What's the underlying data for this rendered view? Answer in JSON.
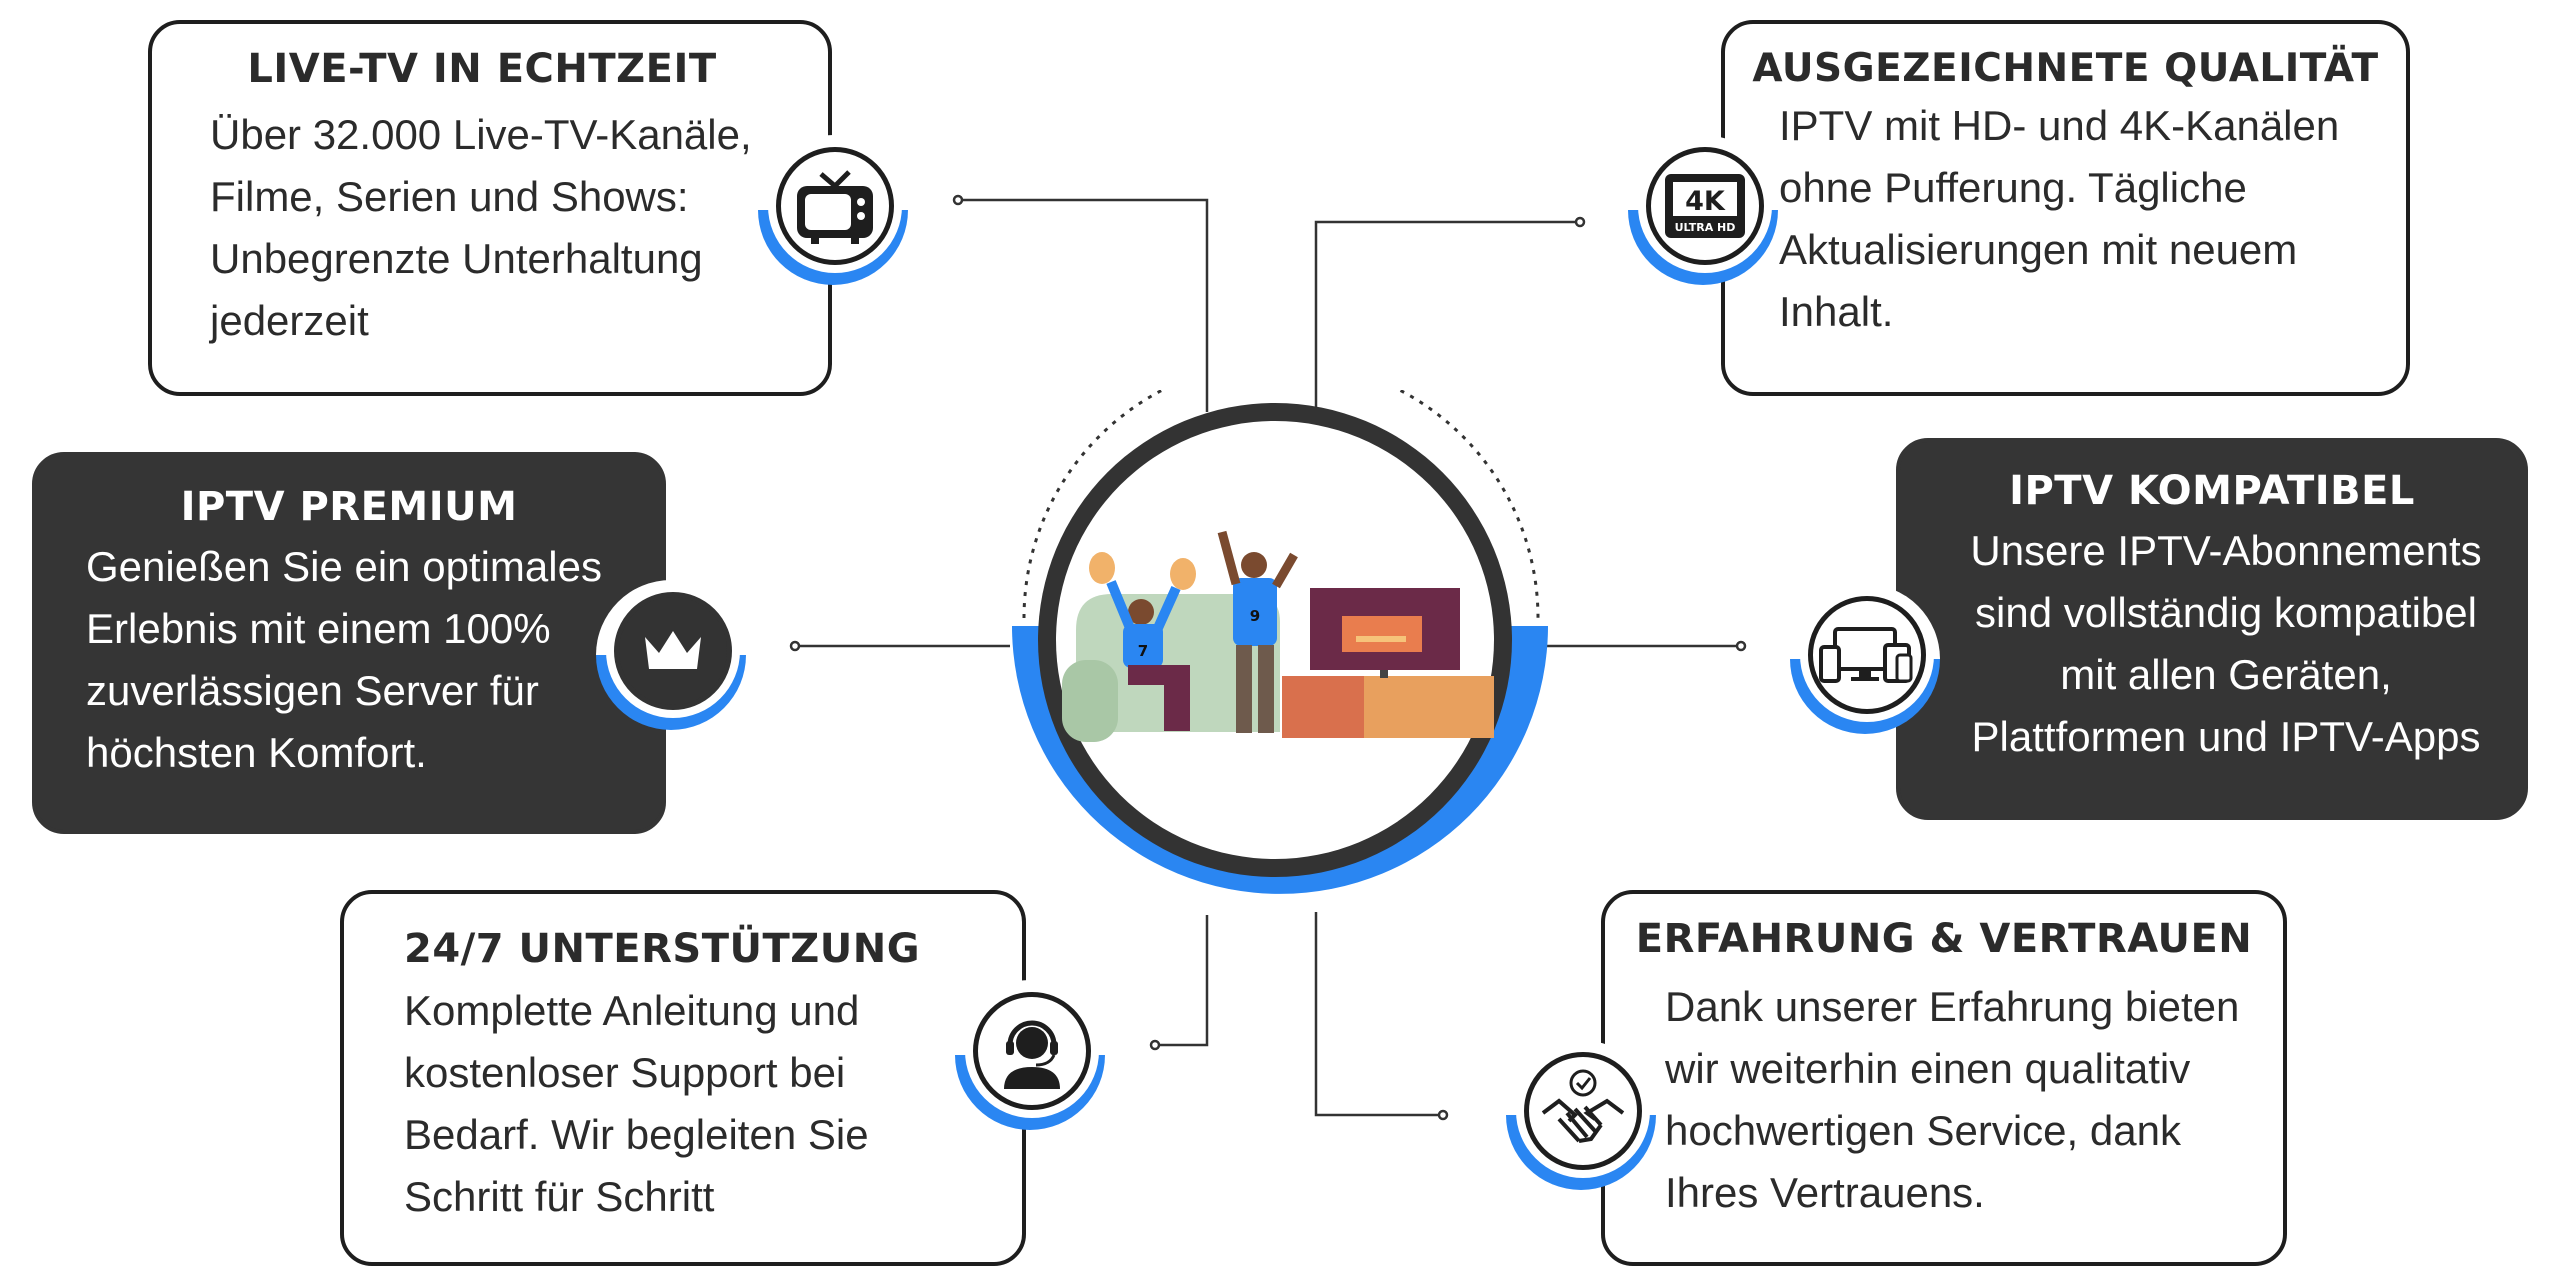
{
  "colors": {
    "accent": "#2a86f2",
    "dark_panel": "#353535",
    "outline": "#1e1e1e"
  },
  "center_illustration": "two-fans-cheering-tv-illustration",
  "cards": [
    {
      "id": "live-tv",
      "title": "LIVE-TV IN ECHTZEIT",
      "lines": [
        "Über 32.000 Live-TV-Kanäle,",
        "Filme, Serien und Shows:",
        "Unbegrenzte Unterhaltung",
        "jederzeit"
      ],
      "icon": "tv-icon",
      "theme": "light"
    },
    {
      "id": "quality",
      "title": "AUSGEZEICHNETE QUALITÄT",
      "lines": [
        "IPTV mit HD- und 4K-Kanälen",
        "ohne Pufferung. Tägliche",
        "Aktualisierungen mit neuem",
        "Inhalt."
      ],
      "icon": "4k-ultra-hd-icon",
      "icon_text": [
        "4K",
        "ULTRA HD"
      ],
      "theme": "light"
    },
    {
      "id": "premium",
      "title": "IPTV PREMIUM",
      "lines": [
        "Genießen Sie ein optimales",
        "Erlebnis mit einem 100%",
        "zuverlässigen Server für",
        "höchsten Komfort."
      ],
      "icon": "crown-icon",
      "theme": "dark"
    },
    {
      "id": "compatible",
      "title": "IPTV KOMPATIBEL",
      "lines": [
        "Unsere IPTV-Abonnements",
        "sind vollständig kompatibel",
        "mit allen Geräten,",
        "Plattformen und IPTV-Apps"
      ],
      "icon": "devices-icon",
      "theme": "dark"
    },
    {
      "id": "support",
      "title": "24/7 UNTERSTÜTZUNG",
      "lines": [
        "Komplette Anleitung und",
        "kostenloser Support bei",
        "Bedarf. Wir begleiten Sie",
        "Schritt für Schritt"
      ],
      "icon": "support-agent-icon",
      "theme": "light"
    },
    {
      "id": "trust",
      "title": "ERFAHRUNG & VERTRAUEN",
      "lines": [
        "Dank unserer Erfahrung bieten",
        "wir weiterhin einen qualitativ",
        "hochwertigen Service, dank",
        "Ihres Vertrauens."
      ],
      "icon": "handshake-icon",
      "theme": "light"
    }
  ]
}
